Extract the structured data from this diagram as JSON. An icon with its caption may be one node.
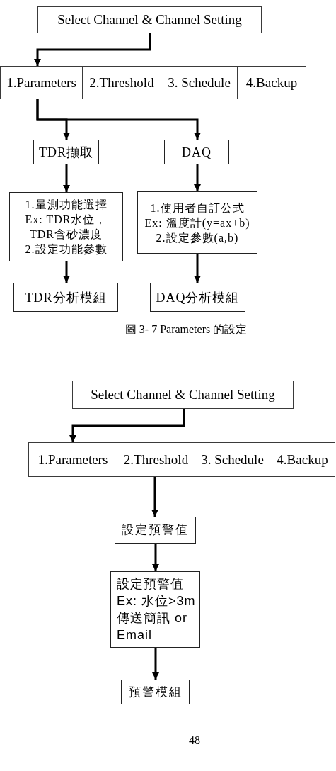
{
  "diagram": {
    "caption": "圖 3- 7 Parameters 的設定",
    "nodes": [
      {
        "text": [
          "Select Channel & Channel Setting"
        ]
      },
      {
        "text": [
          "1.Parameters"
        ]
      },
      {
        "text": [
          "2.Threshold"
        ]
      },
      {
        "text": [
          "3. Schedule"
        ]
      },
      {
        "text": [
          "4.Backup"
        ]
      },
      {
        "text": [
          "TDR擷取"
        ]
      },
      {
        "text": [
          "DAQ"
        ]
      },
      {
        "text": [
          "1.量測功能選擇",
          "Ex: TDR水位，TDR含砂濃度",
          "2.設定功能參數"
        ]
      },
      {
        "text": [
          "1.使用者自訂公式",
          "Ex: 溫度計(y=ax+b)",
          "2.設定參數(a,b)"
        ]
      },
      {
        "text": [
          "TDR分析模組"
        ]
      },
      {
        "text": [
          "DAQ分析模組"
        ]
      },
      {
        "text": [
          "Select Channel & Channel Setting"
        ]
      },
      {
        "text": [
          "1.Parameters"
        ]
      },
      {
        "text": [
          "2.Threshold"
        ]
      },
      {
        "text": [
          "3. Schedule"
        ]
      },
      {
        "text": [
          "4.Backup"
        ]
      },
      {
        "text": [
          "設定預警值"
        ]
      },
      {
        "text": [
          "設定預警值",
          "Ex: 水位>3m",
          "傳送簡訊 or Email"
        ]
      },
      {
        "text": [
          "預警模組"
        ]
      }
    ],
    "edges": [
      {
        "from": 0,
        "to": 1,
        "arrow": "to"
      },
      {
        "from": 1,
        "to": 5,
        "arrow": "to"
      },
      {
        "from": 1,
        "to": 6,
        "arrow": "to"
      },
      {
        "from": 5,
        "to": 7,
        "arrow": "to"
      },
      {
        "from": 7,
        "to": 9,
        "arrow": "to"
      },
      {
        "from": 6,
        "to": 8,
        "arrow": "to"
      },
      {
        "from": 8,
        "to": 10,
        "arrow": "to"
      },
      {
        "from": 11,
        "to": 12,
        "arrow": "to"
      },
      {
        "from": 13,
        "to": 16,
        "arrow": "to"
      },
      {
        "from": 16,
        "to": 17,
        "arrow": "to"
      },
      {
        "from": 17,
        "to": 18,
        "arrow": "to"
      }
    ],
    "labels": [
      "48"
    ]
  }
}
